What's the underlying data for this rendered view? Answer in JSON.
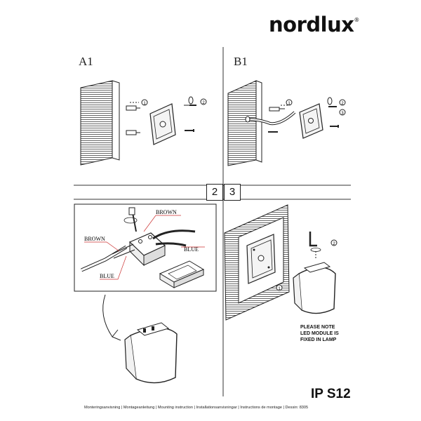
{
  "header": {
    "brand": "nordlux",
    "brand_mark": "®"
  },
  "steps": {
    "a1": "A1",
    "b1": "B1",
    "step2": "2",
    "step3": "3"
  },
  "callouts": {
    "one": "1",
    "two": "2",
    "three": "3"
  },
  "wiring": {
    "brown_top": "BROWN",
    "brown_left": "BROWN",
    "blue_right": "BLUE",
    "blue_bottom": "BLUE"
  },
  "note": {
    "line1": "PLEASE NOTE",
    "line2": "LED MODULE IS",
    "line3": "FIXED IN LAMP"
  },
  "product": {
    "model": "IP S12"
  },
  "footer": {
    "text": "Monteringsanvisning | Montageanleitung | Mounting instruction | Installationsanvisningar | Instructions de montage | Dessin: 8305"
  }
}
